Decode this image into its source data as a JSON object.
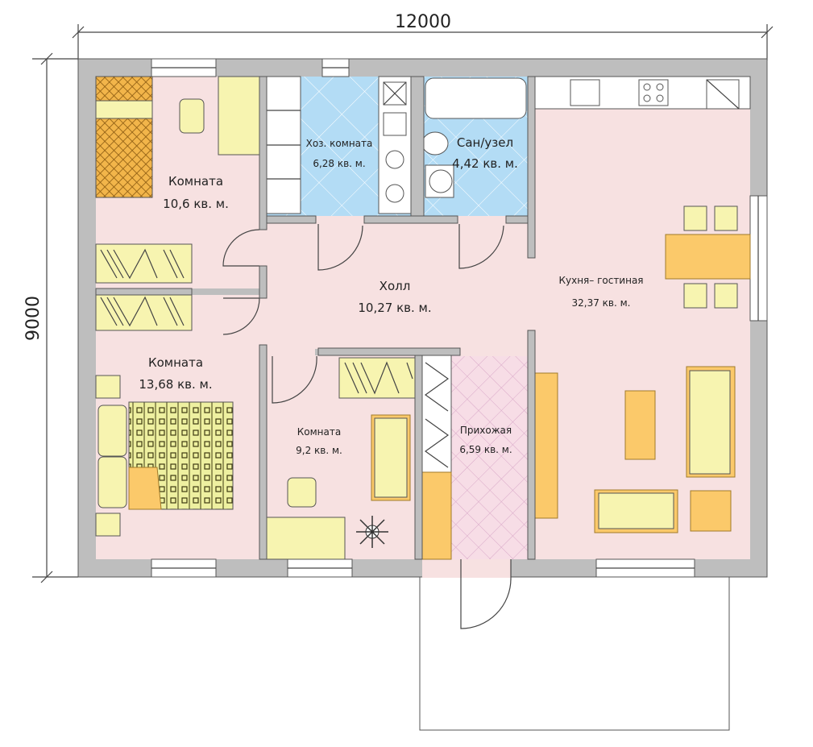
{
  "dimensions": {
    "width": "12000",
    "height": "9000"
  },
  "rooms": {
    "room1": {
      "name": "Комната",
      "area": "10,6 кв. м."
    },
    "utility": {
      "name": "Хоз.  комната",
      "area": "6,28 кв. м."
    },
    "bathroom": {
      "name": "Сан/узел",
      "area": "4,42 кв. м."
    },
    "hall": {
      "name": "Холл",
      "area": "10,27 кв. м."
    },
    "kitchen": {
      "name": "Кухня– гостиная",
      "area": "32,37 кв. м."
    },
    "room2": {
      "name": "Комната",
      "area": "13,68 кв. м."
    },
    "room3": {
      "name": "Комната",
      "area": "9,2 кв. м."
    },
    "entry": {
      "name": "Прихожая",
      "area": "6,59 кв. м."
    }
  },
  "colors": {
    "wall": "#bebebe",
    "floor": "#f7e1e1",
    "wet": "#b3dcf5",
    "furniture": "#f7f4b0",
    "accent": "#fbc96a"
  }
}
